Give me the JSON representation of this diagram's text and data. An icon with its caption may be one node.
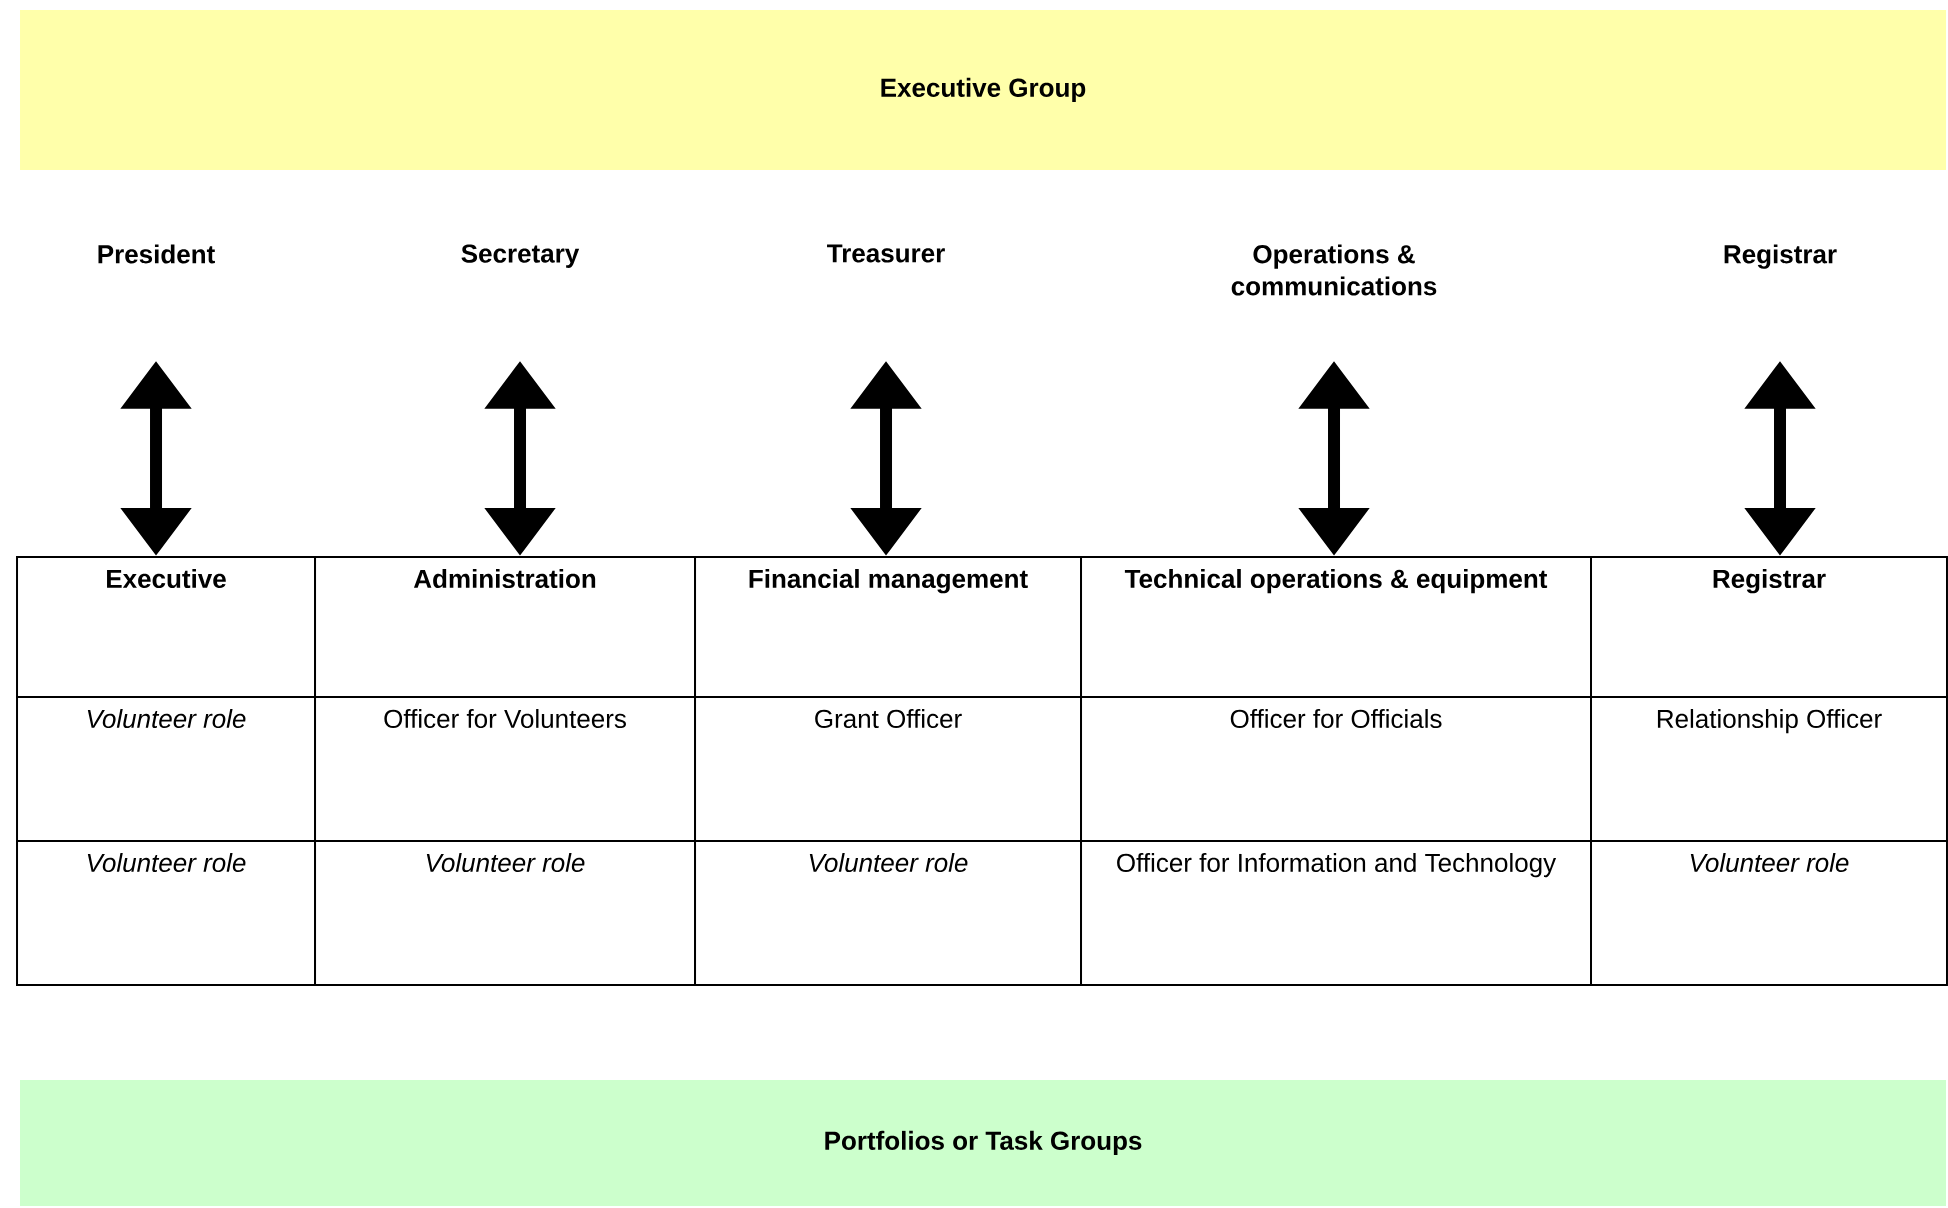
{
  "diagram": {
    "nodes": [
      {
        "text": [
          "Executive Group"
        ]
      },
      {
        "text": [
          "President"
        ]
      },
      {
        "text": [
          "Secretary"
        ]
      },
      {
        "text": [
          "Treasurer"
        ]
      },
      {
        "text": [
          "Operations & communications"
        ]
      },
      {
        "text": [
          "Registrar"
        ]
      },
      {
        "text": [
          "Executive"
        ]
      },
      {
        "text": [
          "Administration"
        ]
      },
      {
        "text": [
          "Financial management"
        ]
      },
      {
        "text": [
          "Technical operations & equipment"
        ]
      },
      {
        "text": [
          "Registrar"
        ]
      },
      {
        "text": [
          "Portfolios or Task Groups"
        ]
      }
    ],
    "edges": [
      {
        "from": 1,
        "to": 6,
        "arrow": "both"
      },
      {
        "from": 2,
        "to": 7,
        "arrow": "both"
      },
      {
        "from": 3,
        "to": 8,
        "arrow": "both"
      },
      {
        "from": 4,
        "to": 9,
        "arrow": "both"
      },
      {
        "from": 5,
        "to": 10,
        "arrow": "both"
      }
    ],
    "labels": [
      "Volunteer role",
      "Officer for Volunteers",
      "Grant Officer",
      "Officer for Officials",
      "Relationship Officer",
      "Volunteer role",
      "Volunteer role",
      "Volunteer role",
      "Officer for Information and Technology",
      "Volunteer role"
    ]
  }
}
